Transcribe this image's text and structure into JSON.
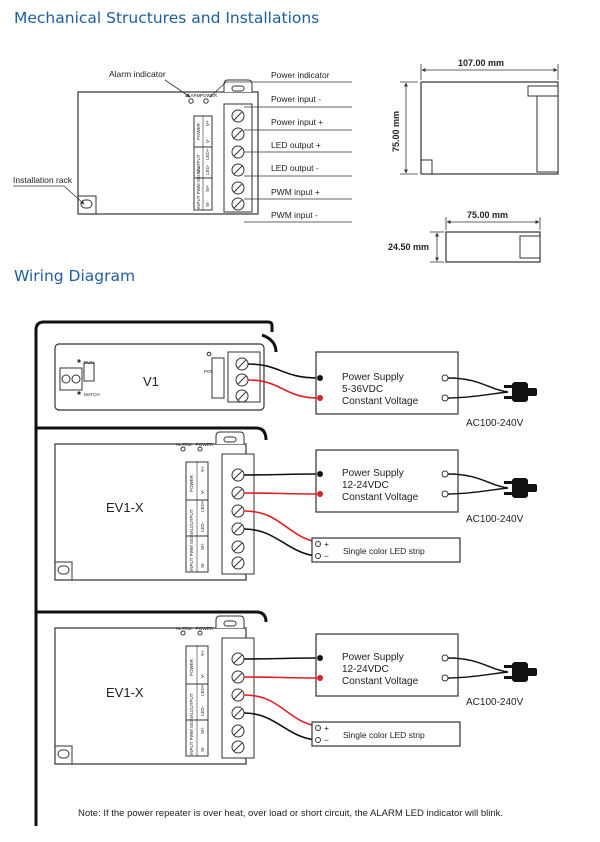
{
  "headings": {
    "mechanical": "Mechanical Structures and Installations",
    "wiring": "Wiring Diagram"
  },
  "mechanical": {
    "callouts": {
      "alarm_indicator": "Alarm indicator",
      "installation_rack": "Installation rack",
      "power_indicator": "Power indicator",
      "power_input_minus": "Power input -",
      "power_input_plus": "Power input +",
      "led_output_plus": "LED output +",
      "led_output_minus": "LED output -",
      "pwm_input_plus": "PWM input +",
      "pwm_input_minus": "PWM input -"
    },
    "panel_labels": {
      "alarm": "ALARM",
      "power": "POWER",
      "power_group": "POWER",
      "output_group": "OUTPUT",
      "input_group": "INPUT PWM SIGNAL",
      "v_plus": "V+",
      "v_minus": "V-",
      "led_plus": "LED+",
      "led_minus": "LED-",
      "sig_plus": "SI+",
      "sig_minus": "SI-"
    },
    "dimensions": {
      "side_width": "107.00 mm",
      "side_height": "75.00 mm",
      "top_width": "75.00 mm",
      "top_height": "24.50 mm"
    }
  },
  "wiring": {
    "v1": {
      "model": "V1",
      "run": "RUN",
      "match": "MATCH",
      "power": "POWER"
    },
    "ev1_model": "EV1-X",
    "power_supplies": [
      {
        "line1": "Power Supply",
        "line2": "5-36VDC",
        "line3": "Constant Voltage",
        "ac": "AC100-240V"
      },
      {
        "line1": "Power Supply",
        "line2": "12-24VDC",
        "line3": "Constant Voltage",
        "ac": "AC100-240V"
      },
      {
        "line1": "Power Supply",
        "line2": "12-24VDC",
        "line3": "Constant Voltage",
        "ac": "AC100-240V"
      }
    ],
    "led_strip": {
      "label": "Single color LED strip",
      "plus": "+",
      "minus": "−"
    }
  },
  "note": "Note: If the power repeater is over heat, over load or short circuit, the ALARM LED indicator will blink.",
  "colors": {
    "heading": "#1f5fa0",
    "wire_red": "#e02020",
    "wire_black": "#111111",
    "line": "#333333"
  }
}
